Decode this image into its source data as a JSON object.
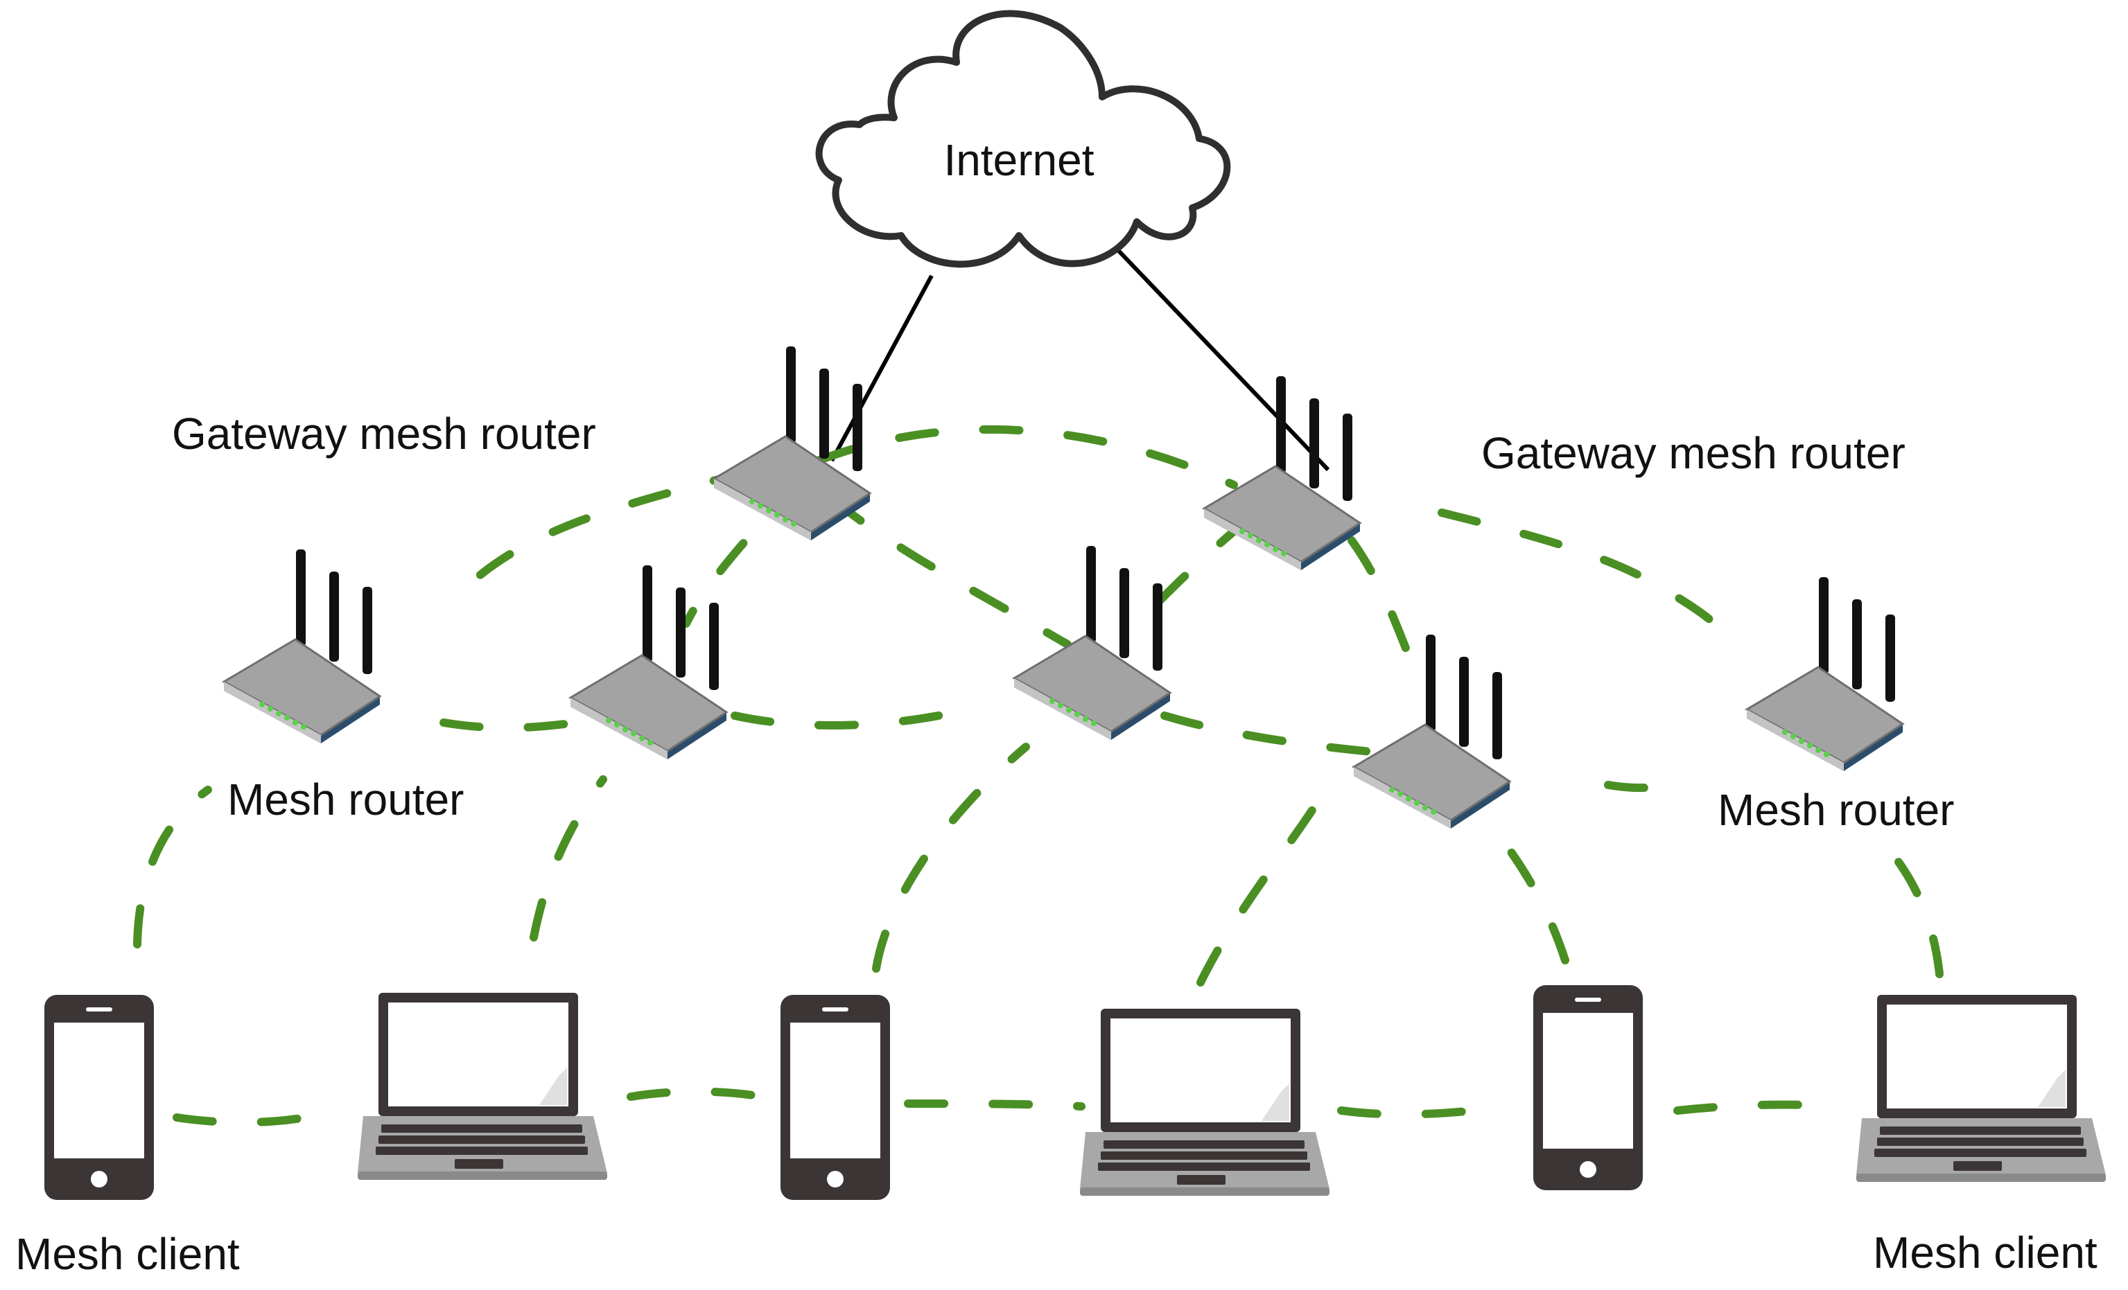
{
  "labels": {
    "internet": "Internet",
    "gateway_left": "Gateway mesh router",
    "gateway_right": "Gateway mesh router",
    "router_left": "Mesh router",
    "router_right": "Mesh router",
    "client_left": "Mesh client",
    "client_right": "Mesh client"
  },
  "colors": {
    "wireless_link": "#4a8f23",
    "wired_link": "#000000",
    "router_body": "#a3a3a3",
    "router_edge": "#2b4d6b",
    "router_led": "#5ad04a",
    "device_dark": "#3b3535",
    "laptop_base": "#a8a8a8"
  },
  "icons": {
    "cloud": "cloud-icon",
    "router": "wireless-router-icon",
    "phone": "smartphone-icon",
    "laptop": "laptop-icon"
  }
}
